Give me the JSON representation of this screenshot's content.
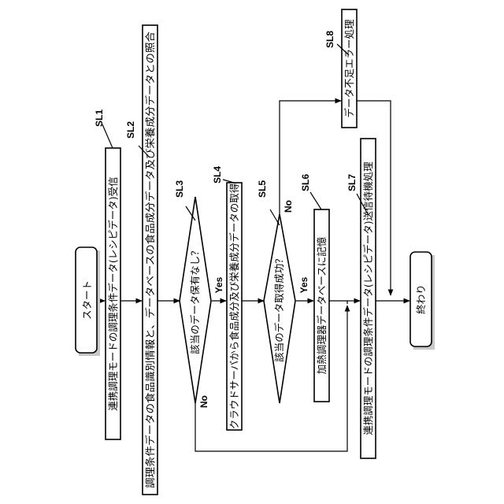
{
  "steps": {
    "start": "スタート",
    "sl1": "連携調理モードの調理条件データ(レシピデータ)受信",
    "sl2": "調理条件データの食品識別情報と、データベースの食品成分データ及び栄養成分データとの照合",
    "sl3": "該当のデータ保有なし？",
    "sl4": "クラウドサーバから食品成分及び栄養成分データの取得",
    "sl5": "該当のデータ取得成功？",
    "sl6": "加熱調理器データベースに記憶",
    "sl7": "連携調理モードの調理条件データ(レシピデータ)送信待機処理",
    "sl8": "データ不足エラー処理",
    "end": "終わり"
  },
  "step_labels": {
    "sl1": "SL1",
    "sl2": "SL2",
    "sl3": "SL3",
    "sl4": "SL4",
    "sl5": "SL5",
    "sl6": "SL6",
    "sl7": "SL7",
    "sl8": "SL8"
  },
  "branches": {
    "sl3_yes": "Yes",
    "sl3_no": "No",
    "sl5_yes": "Yes",
    "sl5_no": "No"
  }
}
